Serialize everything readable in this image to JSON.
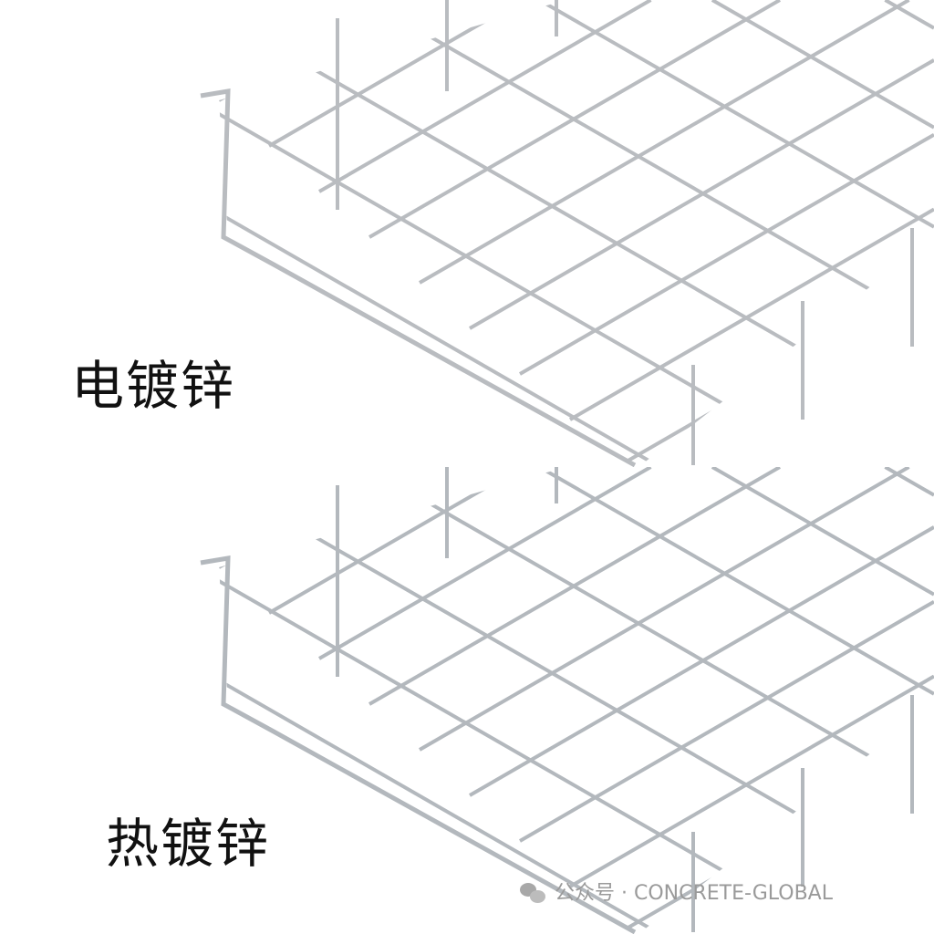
{
  "panels": [
    {
      "label": "电镀锌",
      "finish": "electro-galvanized",
      "wire_color": "#b9bcc0"
    },
    {
      "label": "热镀锌",
      "finish": "hot-dip-galvanized",
      "wire_color": "#b3b8bd"
    }
  ],
  "watermark": {
    "icon": "wechat-icon",
    "text": "公众号 · CONCRETE-GLOBAL"
  }
}
